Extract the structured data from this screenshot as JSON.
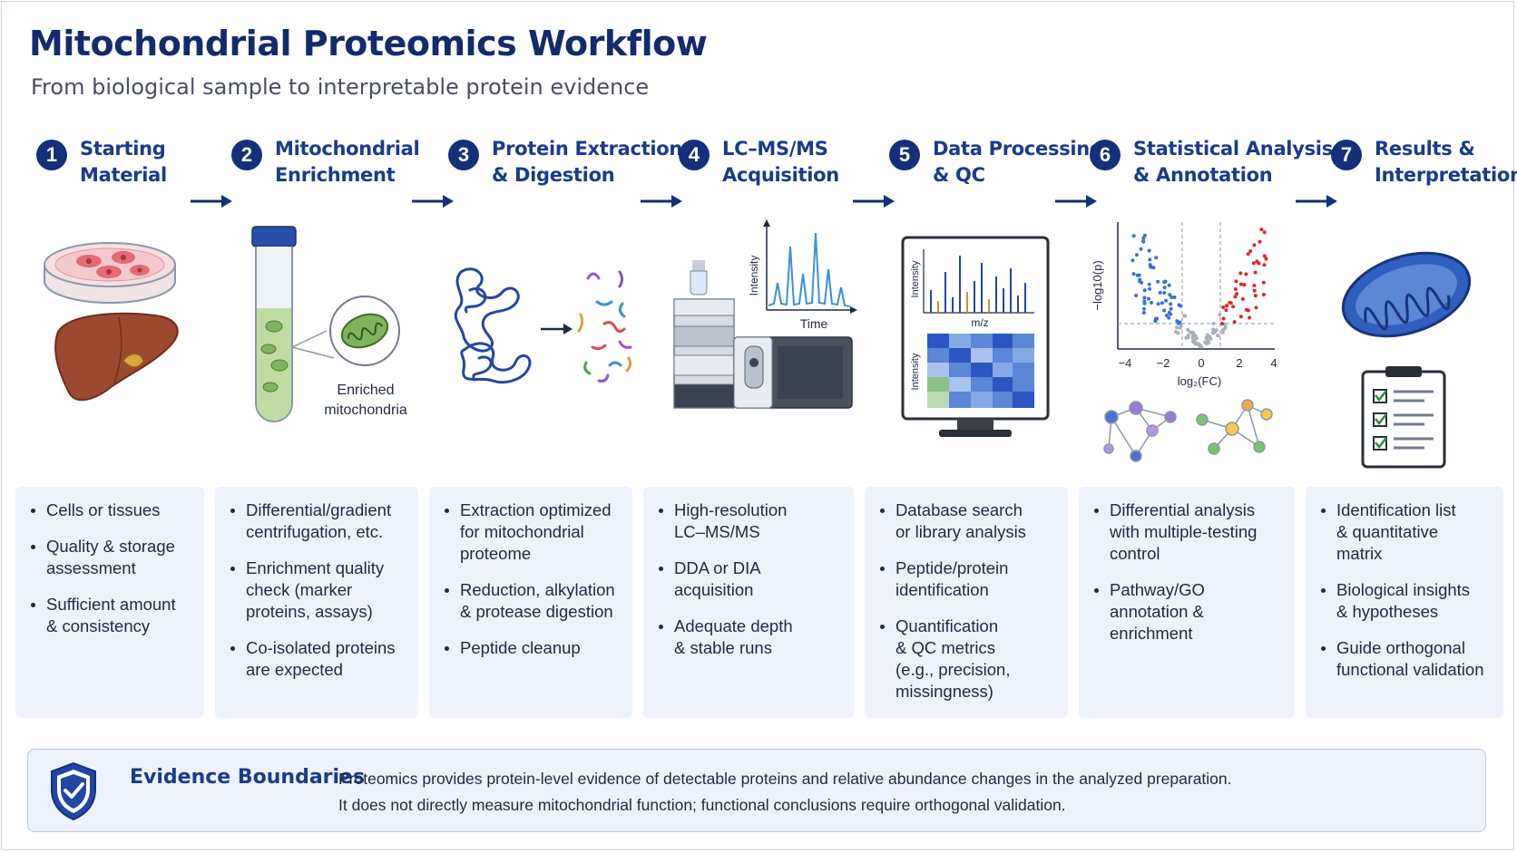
{
  "title": "Mitochondrial Proteomics Workflow",
  "subtitle": "From biological sample to interpretable protein evidence",
  "steps": [
    {
      "num": "1",
      "title_lines": [
        "Starting",
        "Material"
      ],
      "bullets": [
        [
          "Cells or tissues"
        ],
        [
          "Quality & storage",
          "assessment"
        ],
        [
          "Sufficient amount",
          "& consistency"
        ]
      ]
    },
    {
      "num": "2",
      "title_lines": [
        "Mitochondrial",
        "Enrichment"
      ],
      "bullets": [
        [
          "Differential/gradient",
          "centrifugation, etc."
        ],
        [
          "Enrichment quality",
          "check (marker",
          "proteins, assays)"
        ],
        [
          "Co-isolated proteins",
          "are expected"
        ]
      ]
    },
    {
      "num": "3",
      "title_lines": [
        "Protein Extraction",
        "& Digestion"
      ],
      "bullets": [
        [
          "Extraction optimized",
          "for mitochondrial",
          "proteome"
        ],
        [
          "Reduction, alkylation",
          "& protease digestion"
        ],
        [
          "Peptide cleanup"
        ]
      ]
    },
    {
      "num": "4",
      "title_lines": [
        "LC–MS/MS",
        "Acquisition"
      ],
      "bullets": [
        [
          "High-resolution",
          "LC–MS/MS"
        ],
        [
          "DDA or DIA",
          "acquisition"
        ],
        [
          "Adequate depth",
          "& stable runs"
        ]
      ]
    },
    {
      "num": "5",
      "title_lines": [
        "Data Processing",
        "& QC"
      ],
      "bullets": [
        [
          "Database search",
          "or library analysis"
        ],
        [
          "Peptide/protein",
          "identification"
        ],
        [
          "Quantification",
          "& QC metrics",
          "(e.g., precision,",
          "missingness)"
        ]
      ]
    },
    {
      "num": "6",
      "title_lines": [
        "Statistical Analysis",
        "& Annotation"
      ],
      "bullets": [
        [
          "Differential analysis",
          "with multiple-testing",
          "control"
        ],
        [
          "Pathway/GO",
          "annotation &",
          "enrichment"
        ]
      ]
    },
    {
      "num": "7",
      "title_lines": [
        "Results &",
        "Interpretation"
      ],
      "bullets": [
        [
          "Identification list",
          "& quantitative",
          "matrix"
        ],
        [
          "Biological insights",
          "& hypotheses"
        ],
        [
          "Guide orthogonal",
          "functional validation"
        ]
      ]
    }
  ],
  "illustrations": {
    "enriched_label_1": "Enriched",
    "enriched_label_2": "mitochondria",
    "chromatogram_ylabel": "Intensity",
    "chromatogram_xlabel": "Time",
    "spectrum_ylabel": "Intensity",
    "spectrum_xlabel": "m/z",
    "heatmap_ylabel": "Intensity",
    "volcano_ylabel": "−log10(p)",
    "volcano_xlabel": "log₂(FC)",
    "volcano_ticks": [
      "−4",
      "−2",
      "0",
      "2",
      "4"
    ]
  },
  "evidence": {
    "title": "Evidence Boundaries",
    "line1": "Proteomics provides protein-level evidence of detectable proteins and relative abundance changes in the analyzed preparation.",
    "line2": "It does not directly measure mitochondrial function; functional conclusions require orthogonal validation."
  },
  "colors": {
    "navy": "#14307a",
    "heading": "#1a3b8c",
    "card": "#eef2fa",
    "mito": "#2f5fbf",
    "up": "#e0262b",
    "down": "#3c6fd1"
  }
}
